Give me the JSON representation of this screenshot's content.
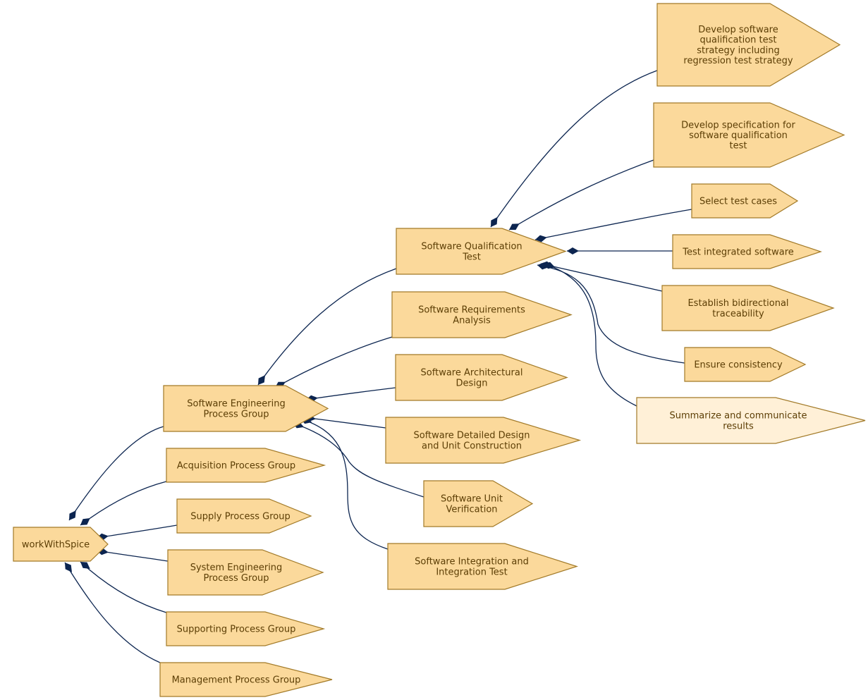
{
  "colors": {
    "node_fill": "#fbd99b",
    "node_fill_light": "#fff0d7",
    "node_border": "#a27a28",
    "edge": "#0c2550",
    "text": "#5c3e05"
  },
  "nodes": {
    "root": {
      "lines": [
        "workWithSpice"
      ]
    },
    "seg": {
      "lines": [
        "Software Engineering",
        "Process Group"
      ]
    },
    "acq": {
      "lines": [
        "Acquisition Process Group"
      ]
    },
    "sup": {
      "lines": [
        "Supply Process Group"
      ]
    },
    "sys": {
      "lines": [
        "System Engineering",
        "Process Group"
      ]
    },
    "spg": {
      "lines": [
        "Supporting Process Group"
      ]
    },
    "mpg": {
      "lines": [
        "Management Process Group"
      ]
    },
    "sqt": {
      "lines": [
        "Software Qualification",
        "Test"
      ]
    },
    "sra": {
      "lines": [
        "Software Requirements",
        "Analysis"
      ]
    },
    "sad": {
      "lines": [
        "Software Architectural",
        "Design"
      ]
    },
    "sdd": {
      "lines": [
        "Software Detailed Design",
        "and Unit Construction"
      ]
    },
    "suv": {
      "lines": [
        "Software Unit",
        "Verification"
      ]
    },
    "sit": {
      "lines": [
        "Software Integration and",
        "Integration Test"
      ]
    },
    "t1": {
      "lines": [
        "Develop software",
        "qualification test",
        "strategy including",
        "regression test strategy"
      ]
    },
    "t2": {
      "lines": [
        "Develop specification for",
        "software qualification",
        "test"
      ]
    },
    "t3": {
      "lines": [
        "Select test cases"
      ]
    },
    "t4": {
      "lines": [
        "Test integrated software"
      ]
    },
    "t5": {
      "lines": [
        "Establish bidirectional",
        "traceability"
      ]
    },
    "t6": {
      "lines": [
        "Ensure consistency"
      ]
    },
    "t7": {
      "lines": [
        "Summarize and communicate",
        "results"
      ]
    }
  }
}
